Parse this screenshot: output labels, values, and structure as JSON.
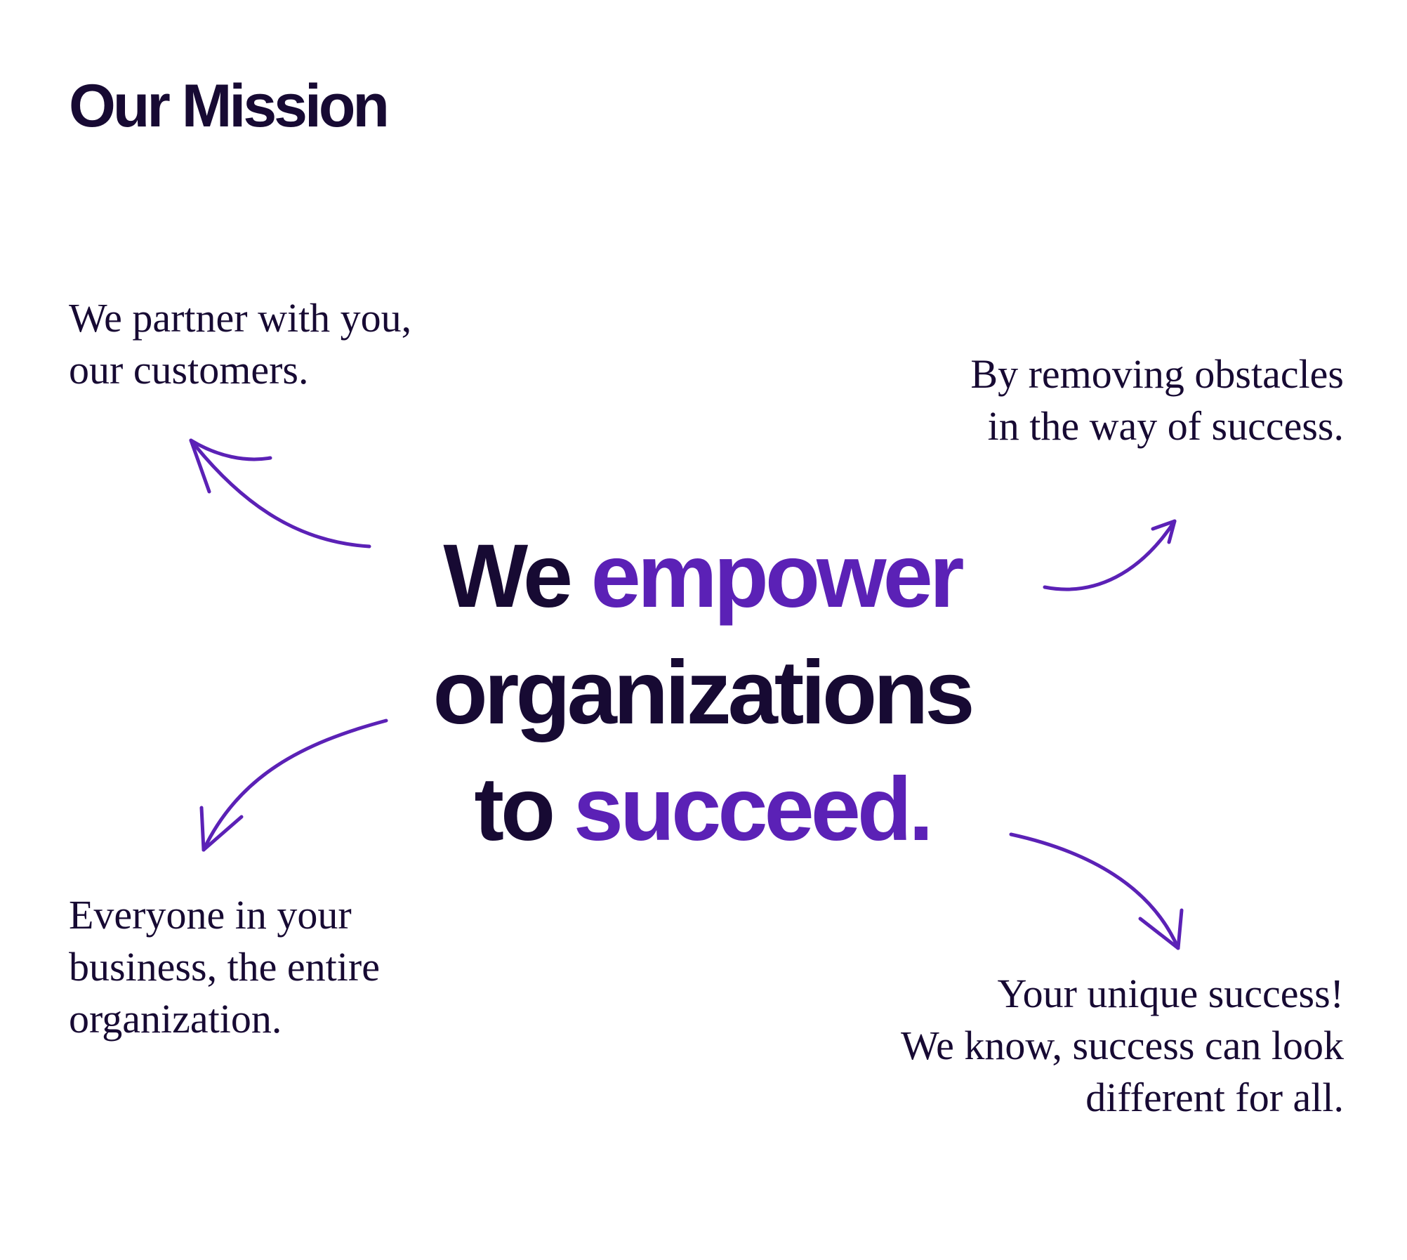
{
  "title": "Our Mission",
  "headline": {
    "line1": {
      "dark": "We",
      "accent": "empower"
    },
    "line2": "organizations",
    "line3": {
      "dark": "to",
      "accent": "succeed."
    }
  },
  "notes": {
    "top_left": [
      "We partner with you,",
      "our customers."
    ],
    "top_right": [
      "By removing obstacles",
      "in the way of success."
    ],
    "bottom_left": [
      "Everyone in your",
      "business, the entire",
      "organization."
    ],
    "bottom_right": [
      "Your unique success!",
      "We know, success can look",
      "different for all."
    ]
  },
  "colors": {
    "text_dark": "#170a33",
    "accent": "#5b21b6",
    "background": "#ffffff"
  },
  "icons": {
    "arrows": [
      "arrow-top-left-icon",
      "arrow-top-right-icon",
      "arrow-bottom-left-icon",
      "arrow-bottom-right-icon"
    ]
  }
}
